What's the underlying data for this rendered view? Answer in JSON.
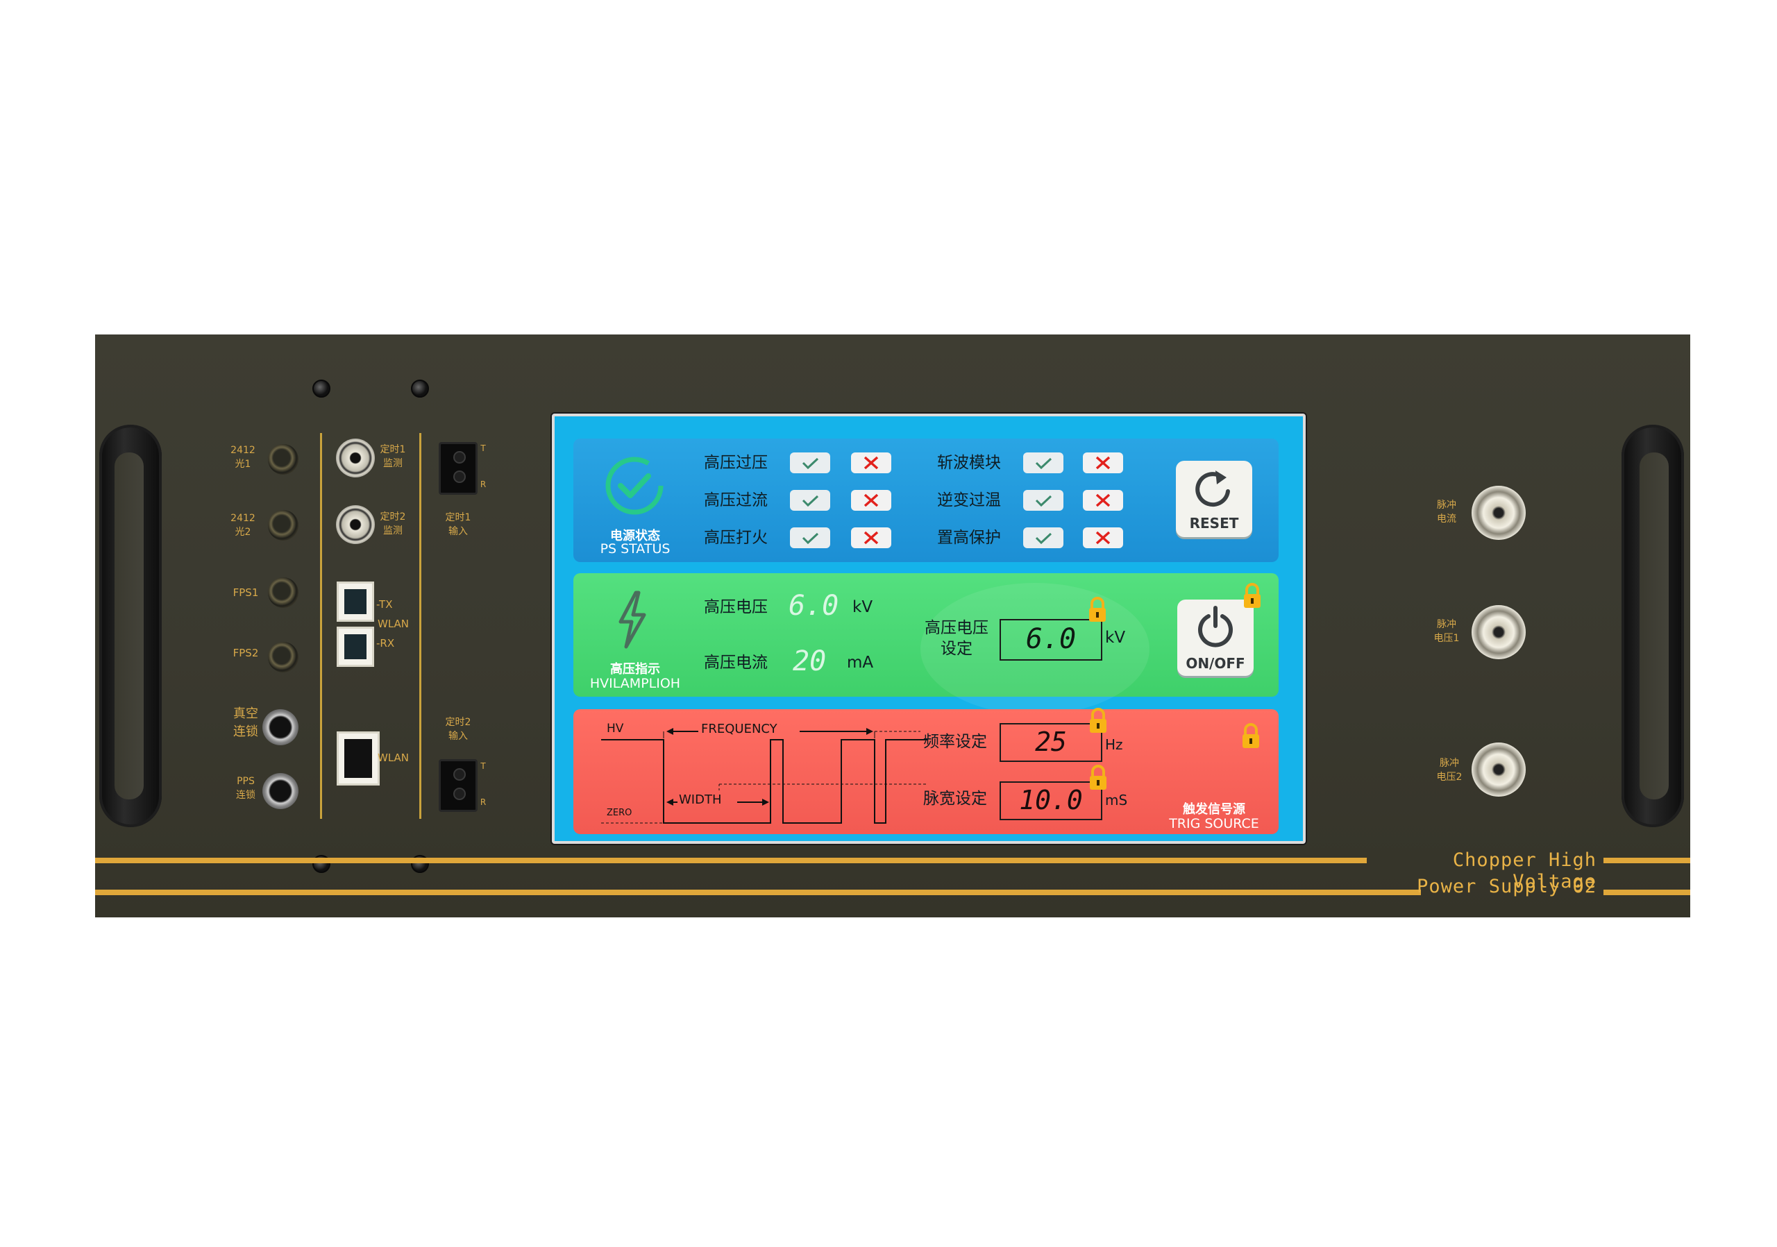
{
  "brand": {
    "line1": "Chopper High Voltage",
    "line2": "Power Supply 02"
  },
  "left_panel": {
    "connectors": [
      {
        "label_line1": "2412",
        "label_line2": "光1"
      },
      {
        "label_line1": "2412",
        "label_line2": "光2"
      },
      {
        "label_line1": "FPS1",
        "label_line2": ""
      },
      {
        "label_line1": "FPS2",
        "label_line2": ""
      },
      {
        "label_line1": "真空",
        "label_line2": "连锁"
      },
      {
        "label_line1": "PPS",
        "label_line2": "连锁"
      }
    ],
    "bnc_ports": [
      {
        "label_line1": "定时1",
        "label_line2": "监测"
      },
      {
        "label_line1": "定时2",
        "label_line2": "监测"
      }
    ],
    "wlan_fiber": {
      "tx": "-TX",
      "wlan": "WLAN",
      "rx": "-RX"
    },
    "wlan_ethernet": "WLAN",
    "timer_inputs": [
      {
        "label_line1": "定时1",
        "label_line2": "输入",
        "t": "T",
        "r": "R"
      },
      {
        "label_line1": "定时2",
        "label_line2": "输入",
        "t": "T",
        "r": "R"
      }
    ]
  },
  "right_panel": {
    "outputs": [
      {
        "label_line1": "脉冲",
        "label_line2": "电流"
      },
      {
        "label_line1": "脉冲",
        "label_line2": "电压1"
      },
      {
        "label_line1": "脉冲",
        "label_line2": "电压2"
      }
    ]
  },
  "status_panel": {
    "title_cn": "电源状态",
    "title_en": "PS STATUS",
    "faults": [
      {
        "label": "高压过压"
      },
      {
        "label": "高压过流"
      },
      {
        "label": "高压打火"
      },
      {
        "label": "斩波模块"
      },
      {
        "label": "逆变过温"
      },
      {
        "label": "置高保护"
      }
    ],
    "reset_label": "RESET",
    "colors": {
      "panel": "#2aa5e4",
      "check": "#3a8f6a",
      "cross": "#e2211c"
    }
  },
  "hv_panel": {
    "title_cn": "高压指示",
    "title_en": "HVILAMPLIOH",
    "voltage_label": "高压电压",
    "voltage_value": "6.0",
    "voltage_unit": "kV",
    "current_label": "高压电流",
    "current_value": "20",
    "current_unit": "mA",
    "setpoint_label_line1": "高压电压",
    "setpoint_label_line2": "设定",
    "setpoint_value": "6.0",
    "setpoint_unit": "kV",
    "onoff_label": "ON/OFF",
    "colors": {
      "panel": "#4bd974"
    }
  },
  "trig_panel": {
    "title_cn": "触发信号源",
    "title_en": "TRIG SOURCE",
    "diagram": {
      "hv": "HV",
      "zero": "ZERO",
      "frequency": "FREQUENCY",
      "width": "WIDTH"
    },
    "freq_label": "频率设定",
    "freq_value": "25",
    "freq_unit": "Hz",
    "width_label": "脉宽设定",
    "width_value": "10.0",
    "width_unit": "mS",
    "colors": {
      "panel": "#f7645b"
    }
  }
}
